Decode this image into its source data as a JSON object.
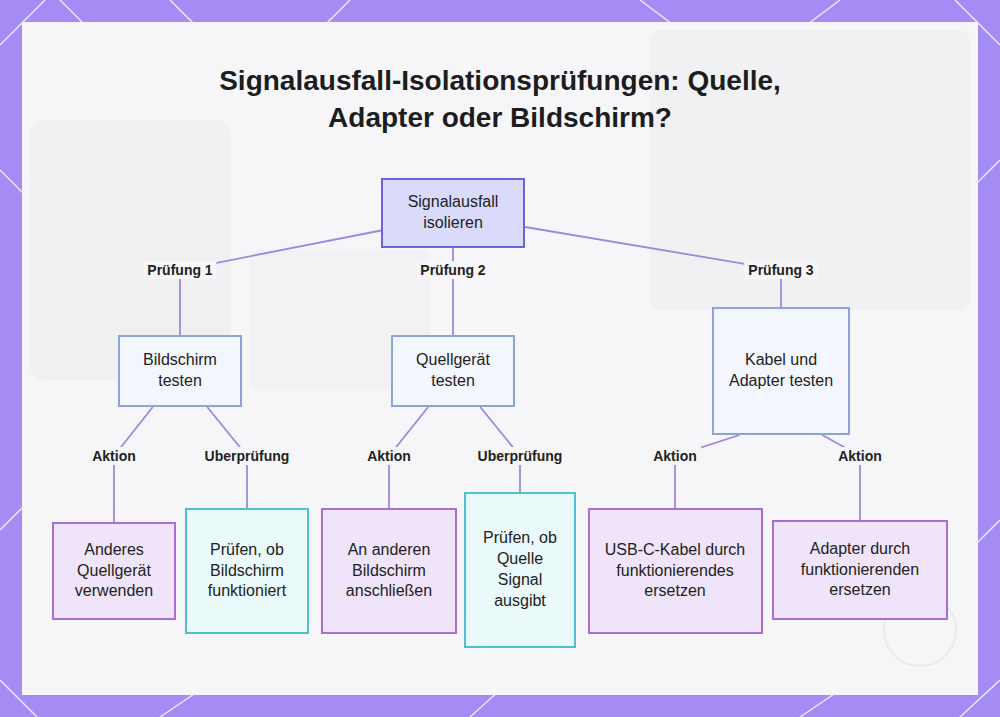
{
  "diagram": {
    "title": "Signalausfall-Isolationsprüfungen: Quelle, Adapter oder Bildschirm?",
    "nodes": [
      {
        "text": [
          "Signalausfall isolieren"
        ]
      },
      {
        "text": [
          "Bildschirm testen"
        ]
      },
      {
        "text": [
          "Quellgerät testen"
        ]
      },
      {
        "text": [
          "Kabel und Adapter testen"
        ]
      },
      {
        "text": [
          "Anderes Quellgerät verwenden"
        ]
      },
      {
        "text": [
          "Prüfen, ob Bildschirm funktioniert"
        ]
      },
      {
        "text": [
          "An anderen Bildschirm anschließen"
        ]
      },
      {
        "text": [
          "Prüfen, ob Quelle Signal ausgibt"
        ]
      },
      {
        "text": [
          "USB-C-Kabel durch funktionierendes ersetzen"
        ]
      },
      {
        "text": [
          "Adapter durch funktionierenden ersetzen"
        ]
      }
    ],
    "edges": [
      {
        "from": 0,
        "to": 1,
        "label": "Prüfung 1",
        "arrow": "none"
      },
      {
        "from": 0,
        "to": 2,
        "label": "Prüfung 2",
        "arrow": "none"
      },
      {
        "from": 0,
        "to": 3,
        "label": "Prüfung 3",
        "arrow": "none"
      },
      {
        "from": 1,
        "to": 4,
        "label": "Aktion",
        "arrow": "none"
      },
      {
        "from": 1,
        "to": 5,
        "label": "Uberprüfung",
        "arrow": "none"
      },
      {
        "from": 2,
        "to": 6,
        "label": "Aktion",
        "arrow": "none"
      },
      {
        "from": 2,
        "to": 7,
        "label": "Uberprüfung",
        "arrow": "none"
      },
      {
        "from": 3,
        "to": 8,
        "label": "Aktion",
        "arrow": "none"
      },
      {
        "from": 3,
        "to": 9,
        "label": "Aktion",
        "arrow": "none"
      }
    ]
  }
}
